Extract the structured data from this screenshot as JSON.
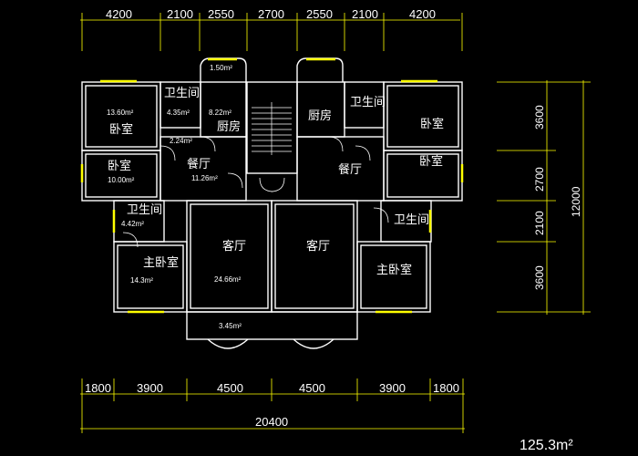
{
  "dimensions": {
    "top": [
      "4200",
      "2100",
      "2550",
      "2700",
      "2550",
      "2100",
      "4200"
    ],
    "bottom": [
      "1800",
      "3900",
      "4500",
      "4500",
      "3900",
      "1800"
    ],
    "total_width": "20400",
    "right": [
      "3600",
      "2700",
      "2100",
      "3600"
    ],
    "total_depth": "12000"
  },
  "rooms": {
    "left_bedroom_top": "卧室",
    "left_bedroom_top_area": "13.60m²",
    "left_bath_top": "卫生间",
    "left_bath_top_area": "4.35m²",
    "left_kitchen": "厨房",
    "left_kitchen_area": "8.22m²",
    "left_hall_area": "2.24m²",
    "left_bedroom_2": "卧室",
    "left_bedroom_2_area": "10.00m²",
    "left_dining": "餐厅",
    "left_dining_area": "11.26m²",
    "left_bath_2": "卫生间",
    "left_bath_2_area": "4.42m²",
    "left_master": "主卧室",
    "left_master_area": "14.3m²",
    "left_living": "客厅",
    "left_living_area": "24.66m²",
    "balcony_top_area": "1.50m²",
    "balcony_bottom_area": "3.45m²",
    "right_kitchen": "厨房",
    "right_bath_top": "卫生间",
    "right_bedroom_top": "卧室",
    "right_bedroom_2": "卧室",
    "right_dining": "餐厅",
    "right_bath_2": "卫生间",
    "right_living": "客厅",
    "right_master": "主卧室"
  },
  "total_area": "125.3m²",
  "colors": {
    "background": "#000000",
    "walls": "#ffffff",
    "dimensions": "#ffff00"
  }
}
